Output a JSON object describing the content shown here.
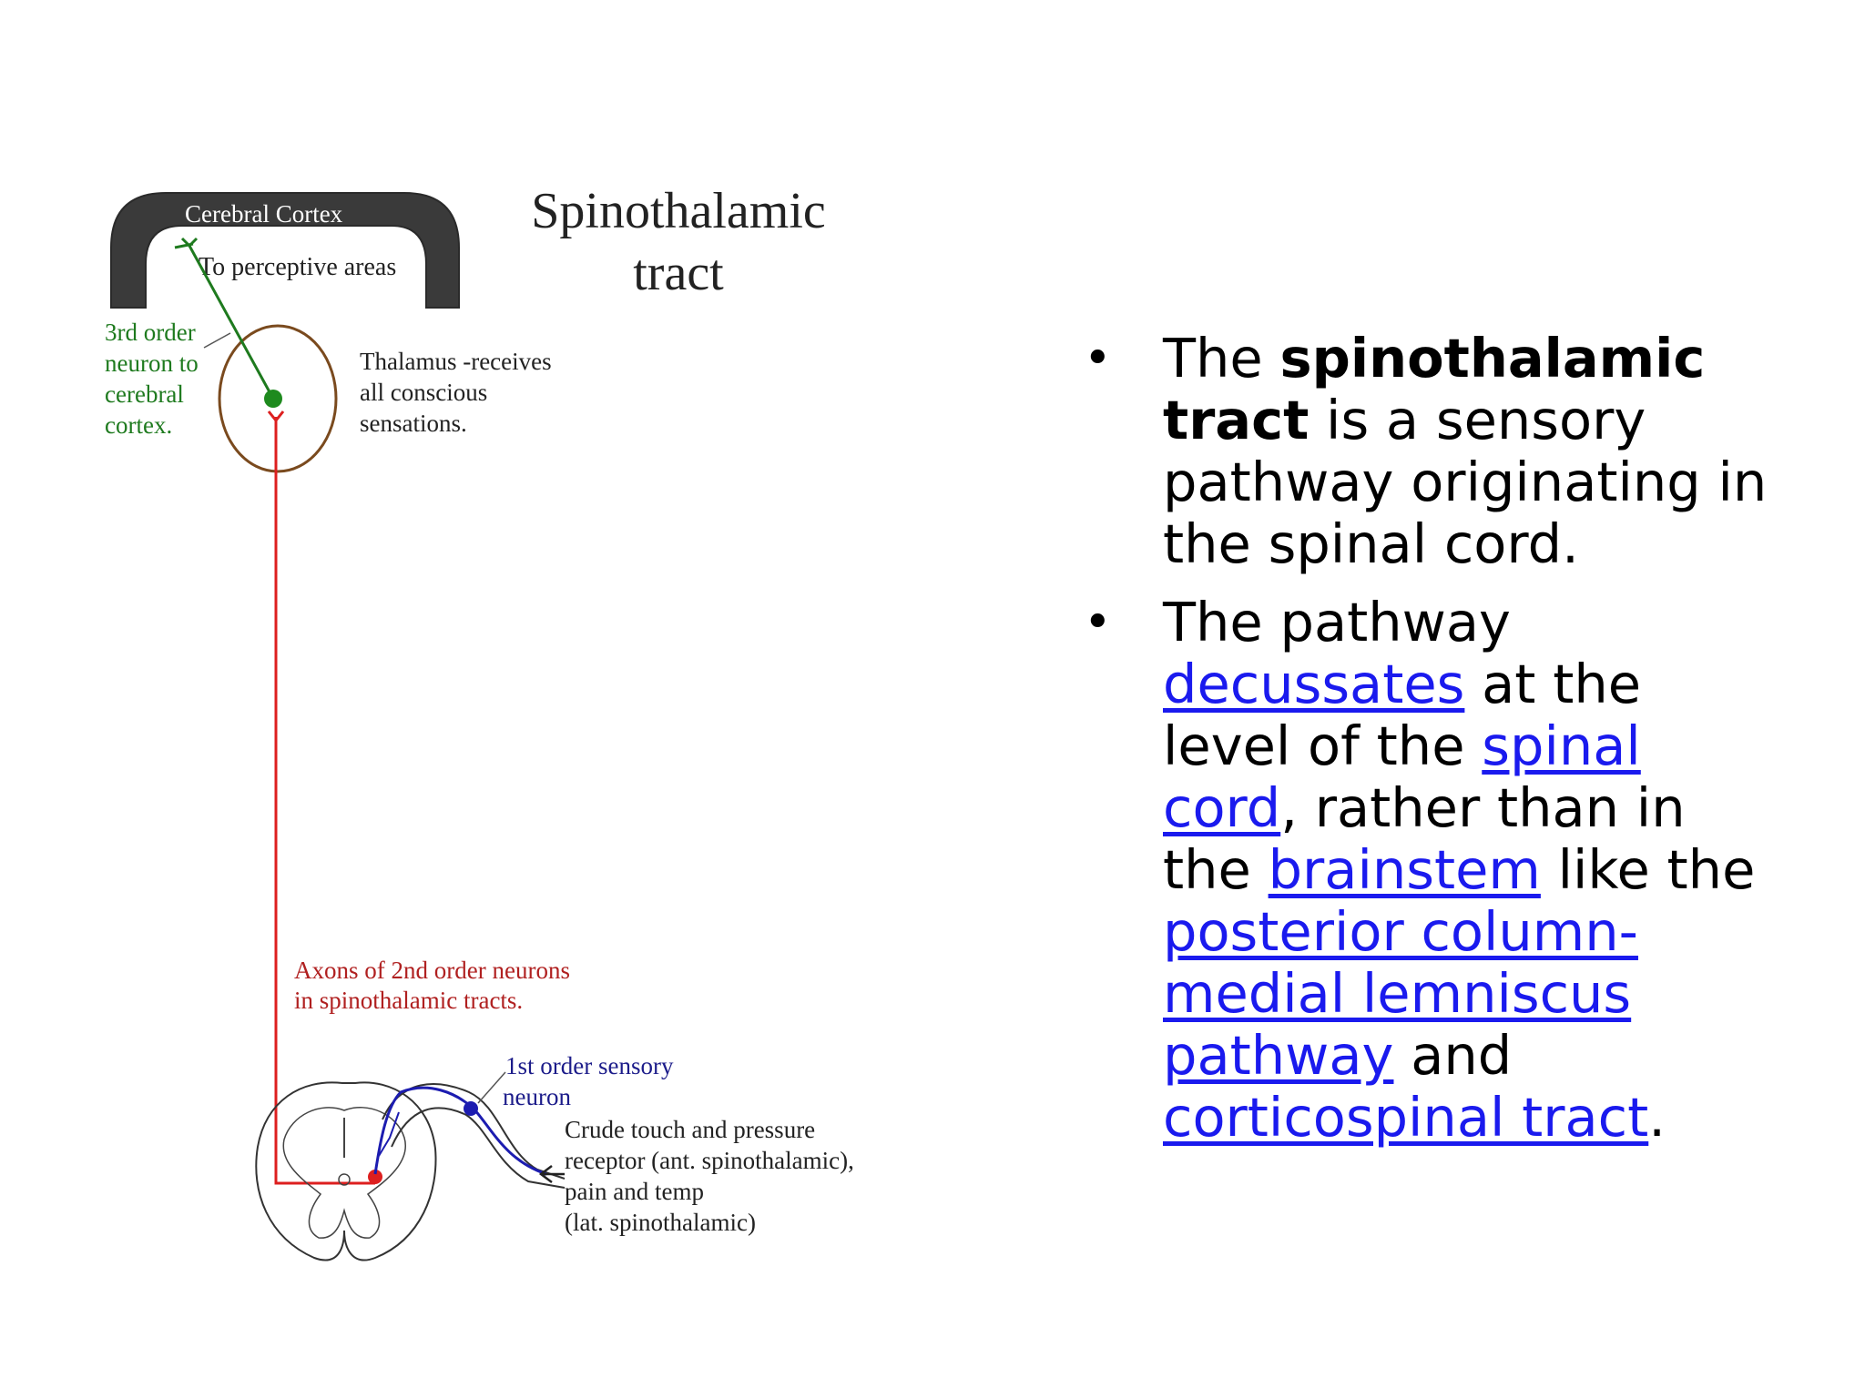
{
  "diagram": {
    "title_line1": "Spinothalamic",
    "title_line2": "tract",
    "cortex_label": "Cerebral Cortex",
    "perceptive_label": "To perceptive areas",
    "third_order": [
      "3rd order",
      "neuron to",
      "cerebral",
      "cortex."
    ],
    "thalamus": [
      "Thalamus -receives",
      "all conscious",
      "sensations."
    ],
    "axons": [
      "Axons of 2nd order neurons",
      "in spinothalamic tracts."
    ],
    "first_order": [
      "1st order sensory",
      "neuron"
    ],
    "receptor": [
      "Crude touch and pressure",
      "receptor (ant. spinothalamic),",
      "pain and temp",
      "(lat. spinothalamic)"
    ],
    "colors": {
      "third_order_neuron": "#1e7a1e",
      "second_order_neuron": "#dd1f1f",
      "first_order_neuron": "#1c1cb0",
      "thalamus": "#7a4a1e",
      "cortex": "#3a3a3a"
    }
  },
  "bullets": [
    {
      "t1": "The ",
      "b1": "spinothalamic tract",
      "t2": " is a sensory pathway originating in the spinal cord."
    },
    {
      "t1": "The pathway ",
      "link1": "decussates",
      "t2": " at the level of the ",
      "link2": "spinal cord",
      "t3": ", rather than in the ",
      "link3": "brainstem",
      "t4": " like the ",
      "link4": "posterior column-medial lemniscus pathway",
      "t5": " and ",
      "link5": "corticospinal tract",
      "t6": "."
    }
  ]
}
